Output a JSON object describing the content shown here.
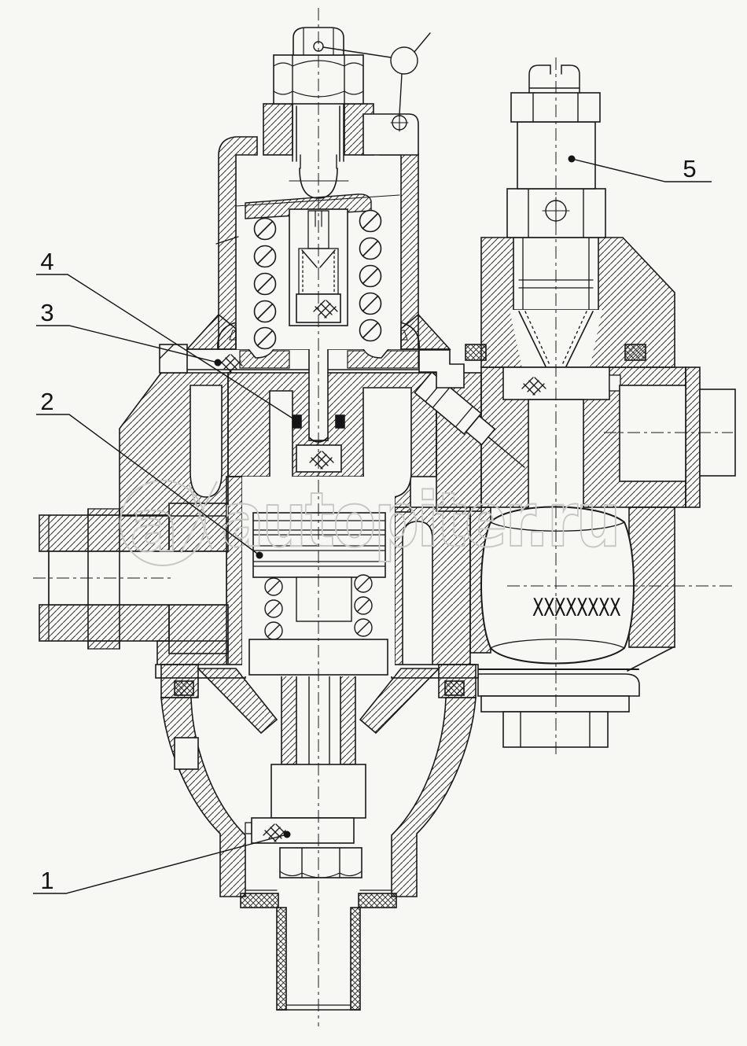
{
  "figure": {
    "kind": "technical cross-section parts diagram",
    "background_color": "#f7f7f4",
    "line_color": "#1a1a1a"
  },
  "watermark": {
    "text": "autopiter.ru",
    "logo_letter": "a",
    "color": "#c7c7c4"
  },
  "annotations": {
    "spring_marking": "XXXXXXXX"
  },
  "callouts": [
    {
      "number": "1"
    },
    {
      "number": "2"
    },
    {
      "number": "3"
    },
    {
      "number": "4"
    },
    {
      "number": "5"
    }
  ]
}
